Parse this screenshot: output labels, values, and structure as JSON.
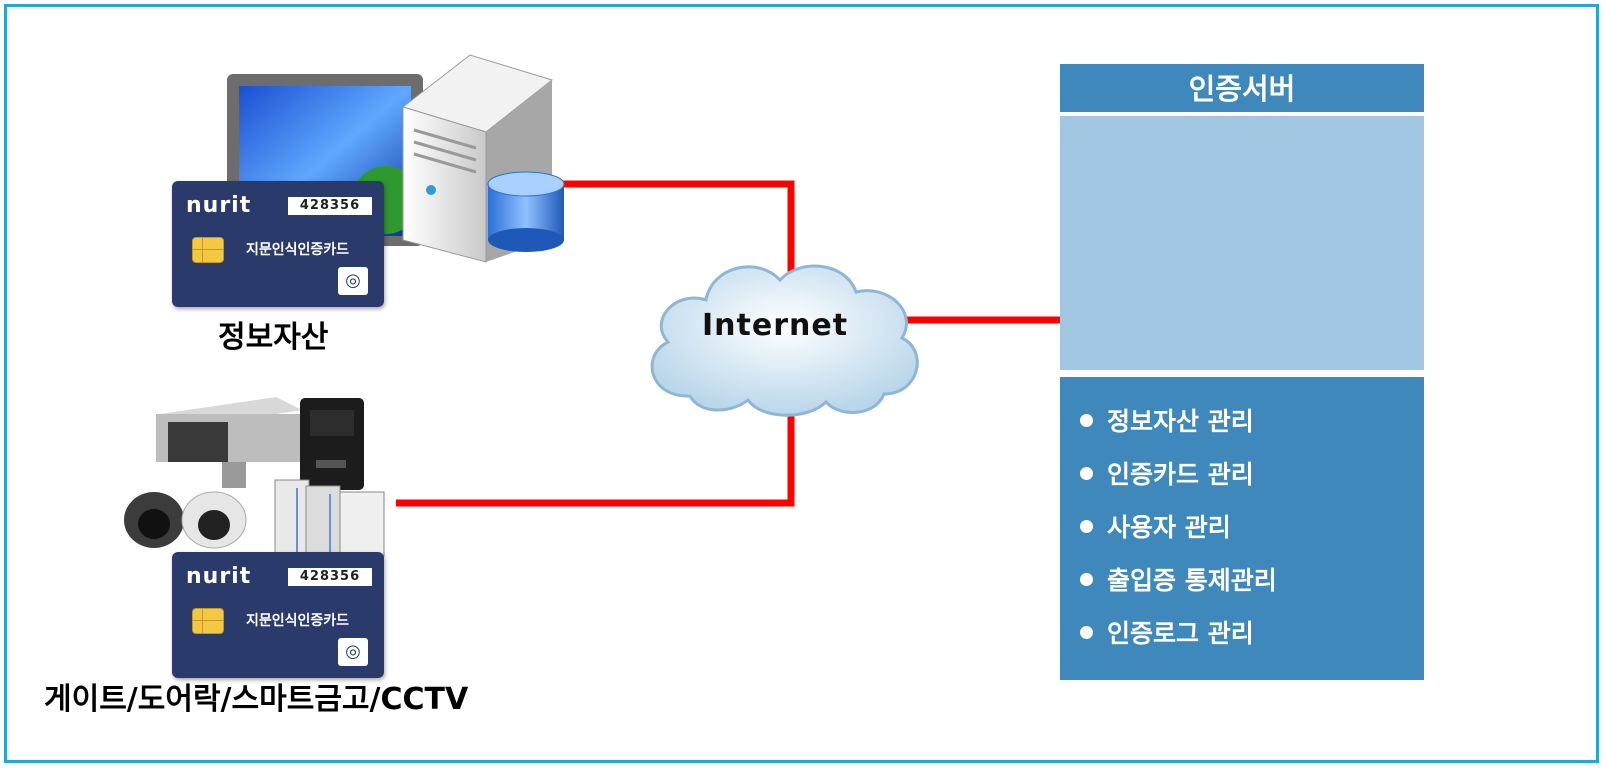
{
  "left": {
    "asset_label": "정보자산",
    "gate_label": "게이트/도어락/스마트금고/CCTV",
    "cards": [
      {
        "brand": "nurit",
        "number": "428356",
        "text": "지문인식인증카드",
        "icon": "fingerprint-icon"
      },
      {
        "brand": "nurit",
        "number": "428356",
        "text": "지문인식인증카드",
        "icon": "fingerprint-icon"
      }
    ]
  },
  "cloud": {
    "label": "Internet"
  },
  "server_panel": {
    "title": "인증서버",
    "items": [
      "정보자산 관리",
      "인증카드 관리",
      "사용자 관리",
      "출입증 통제관리",
      "인증로그 관리"
    ]
  },
  "colors": {
    "frame": "#21a7d8",
    "link": "#ff0000",
    "panel": "#3f88bb",
    "panel_body": "#a0c6e1",
    "card": "#2a3a6a"
  }
}
